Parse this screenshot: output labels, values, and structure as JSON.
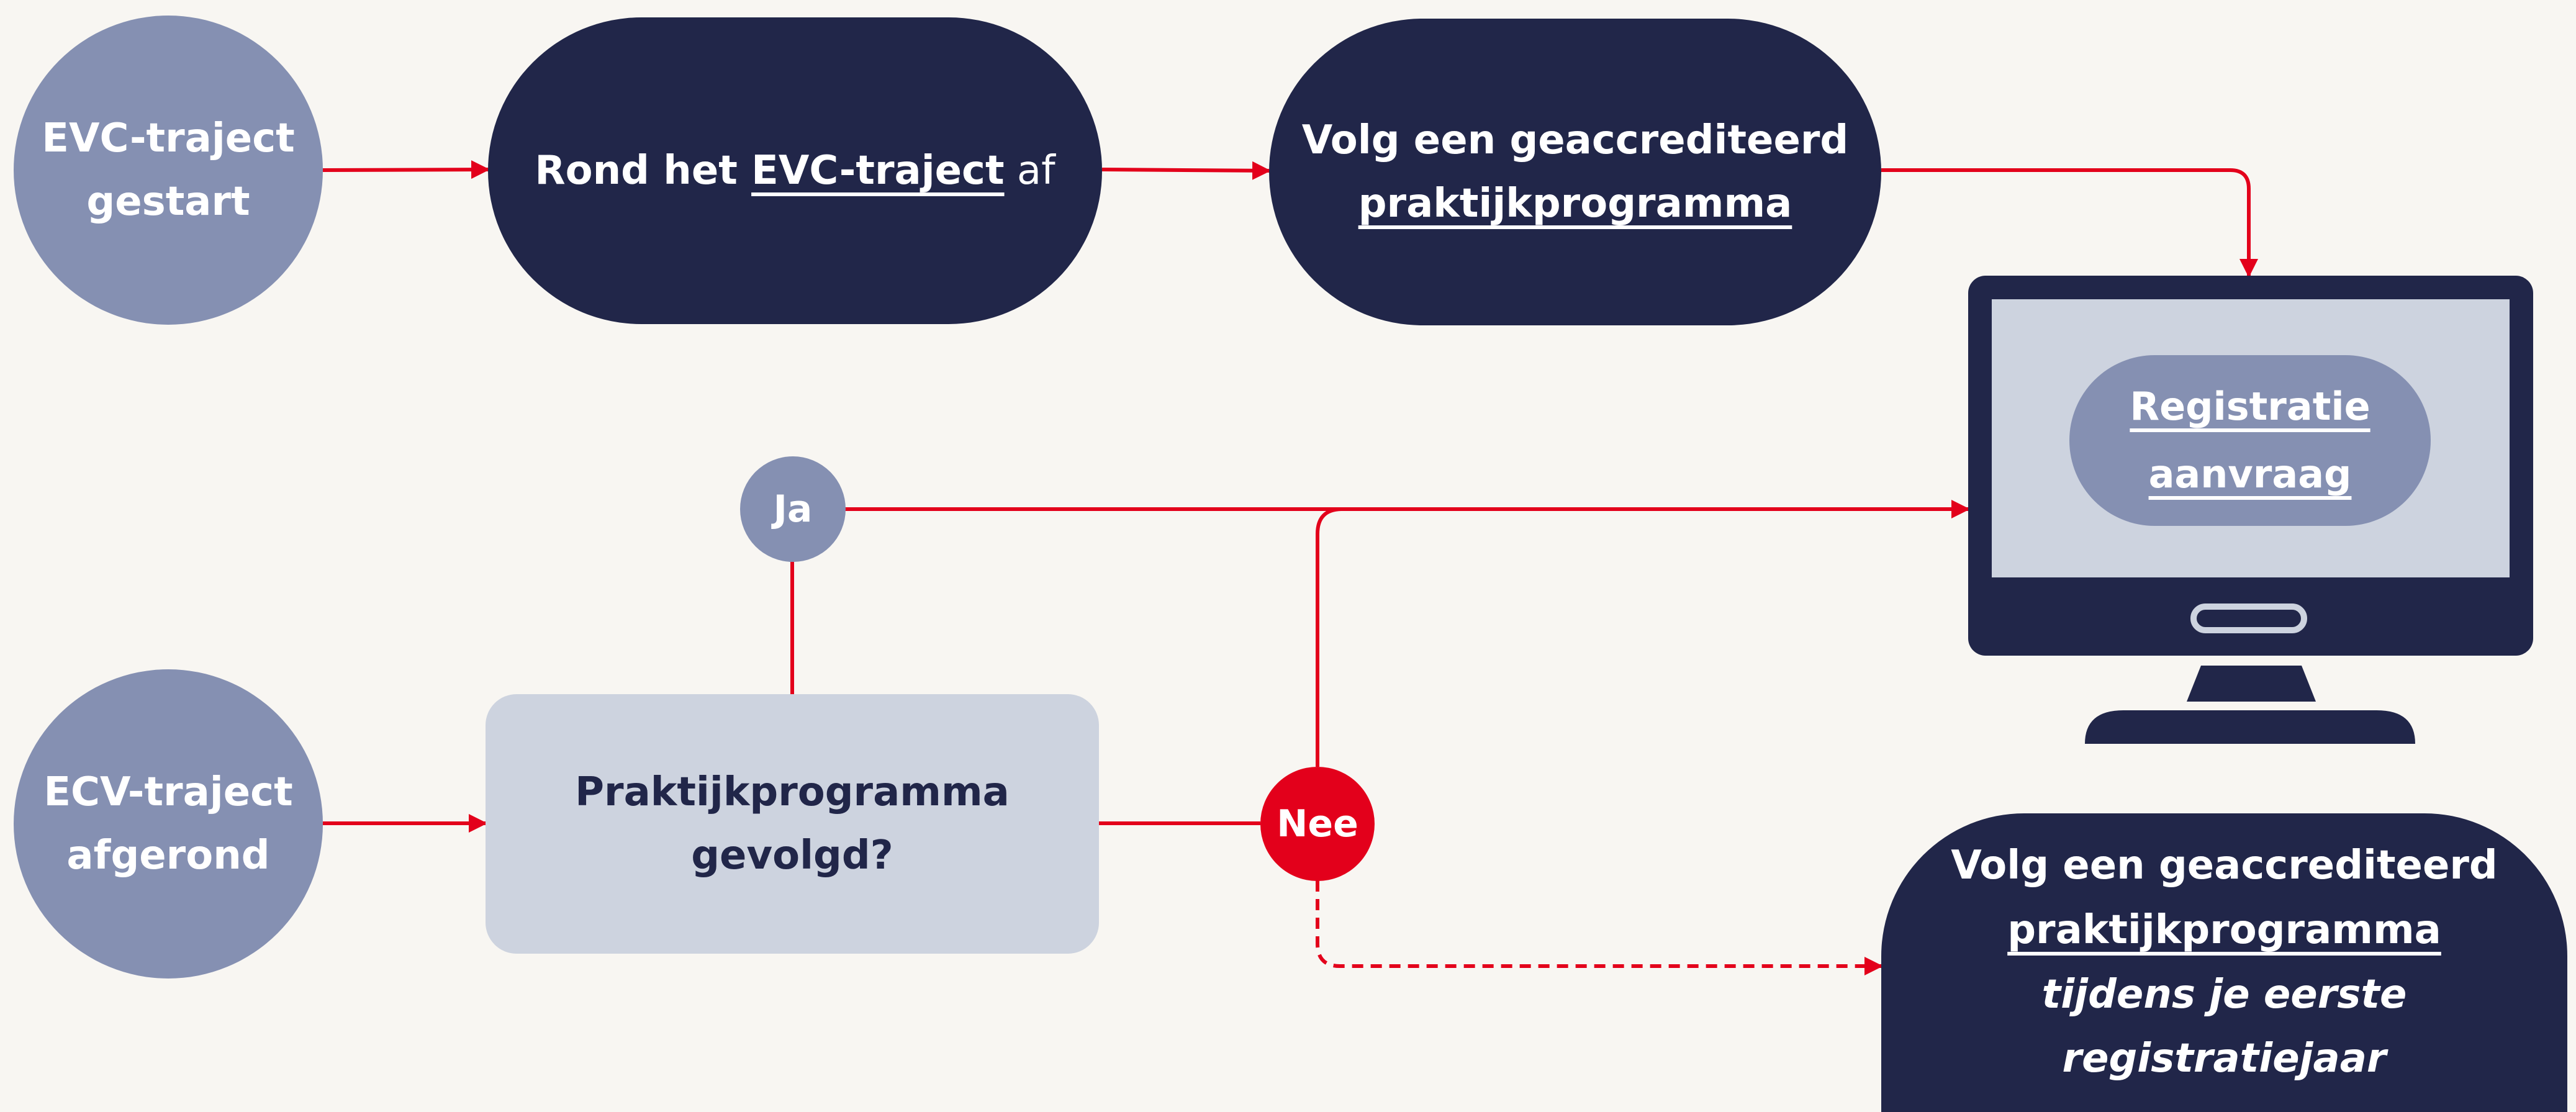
{
  "colors": {
    "background": "#f8f6f2",
    "navy": "#212649",
    "slate": "#8590b2",
    "light_slate": "#cdd3df",
    "red": "#e3001b",
    "white": "#ffffff"
  },
  "nodes": {
    "evc_start": {
      "line1": "EVC-traject",
      "line2": "gestart"
    },
    "complete_evc": {
      "prefix": "Rond het ",
      "link": "EVC-traject",
      "suffix": " af"
    },
    "follow_program_top": {
      "line1": "Volg een geaccrediteerd",
      "link": "praktijkprogramma"
    },
    "ecv_done": {
      "line1": "ECV-traject",
      "line2": "afgerond"
    },
    "decision": {
      "line1": "Praktijkprogramma",
      "line2": "gevolgd?"
    },
    "yes_label": "Ja",
    "no_label": "Nee",
    "registration": {
      "line1": "Registratie",
      "line2": "aanvraag"
    },
    "follow_program_bottom": {
      "line1": "Volg een geaccrediteerd",
      "link": "praktijkprogramma",
      "line3": "tijdens je eerste registratiejaar"
    }
  },
  "icons": {
    "computer": "monitor-icon"
  }
}
